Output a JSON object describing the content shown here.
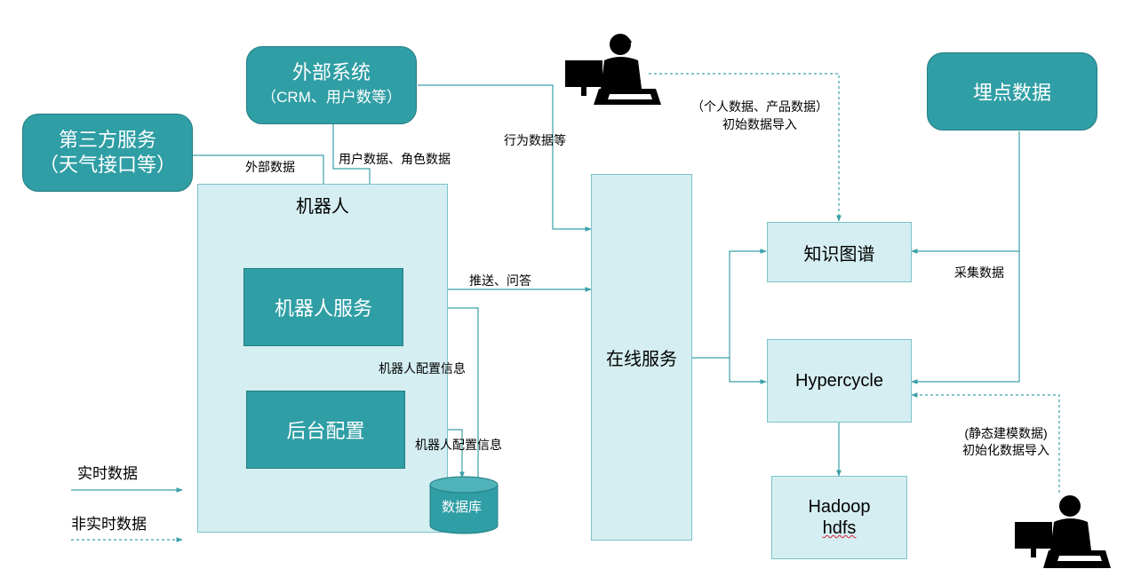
{
  "nodes": {
    "third_party": {
      "line1": "第三方服务",
      "line2": "（天气接口等）"
    },
    "external": {
      "line1": "外部系统",
      "line2": "（CRM、用户数等）"
    },
    "tracking": "埋点数据",
    "robot_group": "机器人",
    "robot_service": "机器人服务",
    "backend_config": "后台配置",
    "database": "数据库",
    "online_service": "在线服务",
    "knowledge_graph": "知识图谱",
    "hypercycle": "Hypercycle",
    "hadoop": {
      "line1": "Hadoop",
      "line2": "hdfs"
    }
  },
  "labels": {
    "external_data": "外部数据",
    "user_role_data": "用户数据、角色数据",
    "behavior_data": "行为数据等",
    "push_qa": "推送、问答",
    "robot_config_info_1": "机器人配置信息",
    "robot_config_info_2": "机器人配置信息",
    "personal_product": "（个人数据、产品数据）",
    "initial_import": "初始数据导入",
    "collect_data": "采集数据",
    "static_modeling": "(静态建模数据)",
    "init_import": "初始化数据导入"
  },
  "legend": {
    "realtime": "实时数据",
    "non_realtime": "非实时数据"
  },
  "colors": {
    "dark_box": "#2f9ea5",
    "light_box": "#d5eef1",
    "connector": "#3aa0a8"
  }
}
